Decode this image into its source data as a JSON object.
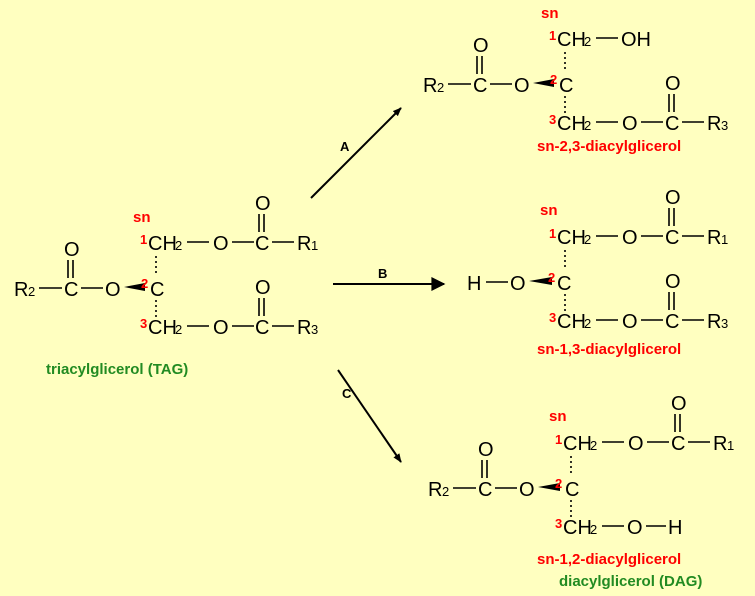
{
  "atoms": {
    "carbon": "C",
    "oxygen": "O",
    "hydrogen": "H",
    "ch2": "CH",
    "two": "2",
    "hydroxyl": "OH",
    "r": "R",
    "n1": "1",
    "n2": "2",
    "n3": "3"
  },
  "stereo": {
    "sn": "sn"
  },
  "tag": {
    "label": "triacylglicerol (TAG)"
  },
  "reactions": {
    "a": "A",
    "b": "B",
    "c": "C"
  },
  "products": {
    "sn23": "sn-2,3-diacylglicerol",
    "sn13": "sn-1,3-diacylglicerol",
    "sn12": "sn-1,2-diacylglicerol",
    "dag": "diacylglicerol (DAG)"
  },
  "colors": {
    "background": "#ffffc0",
    "position": "#ff0000",
    "class_label": "#228b22",
    "ink": "#000000"
  }
}
